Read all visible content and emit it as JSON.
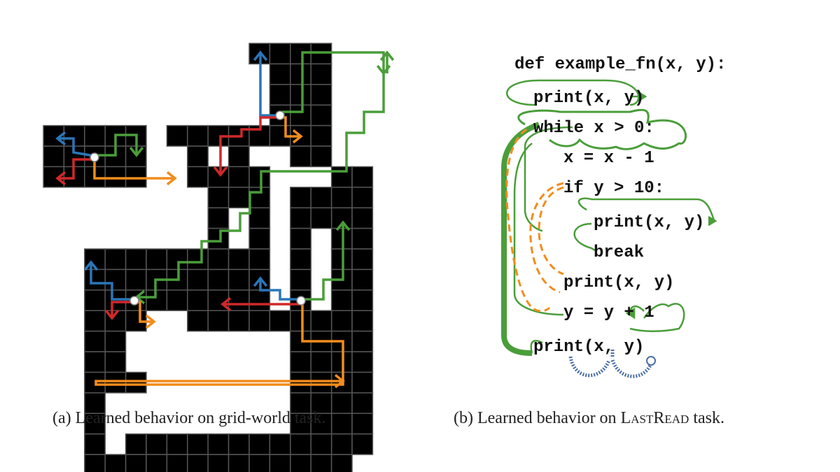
{
  "captions": {
    "a": "(a) Learned behavior on grid-world task.",
    "b_prefix": "(b) Learned behavior on ",
    "b_task_L": "L",
    "b_task_AST": "AST",
    "b_task_R": "R",
    "b_task_EAD": "EAD",
    "b_suffix": " task."
  },
  "code": {
    "line1": "def example_fn(x, y):",
    "line2": "print(x, y)",
    "line3": "while x > 0:",
    "line4": "x = x - 1",
    "line5": "if y > 10:",
    "line6": "print(x, y)",
    "line7": "break",
    "line8": "print(x, y)",
    "line9": "y = y + 1",
    "line10": "print(x, y)"
  },
  "colors": {
    "blue": "#2a76b8",
    "orange": "#f28c1c",
    "green": "#4a9e3a",
    "red": "#d0282a",
    "grid_fill": "#000000",
    "grid_line": "#555555",
    "dotted_blue": "#4a6fa5"
  }
}
